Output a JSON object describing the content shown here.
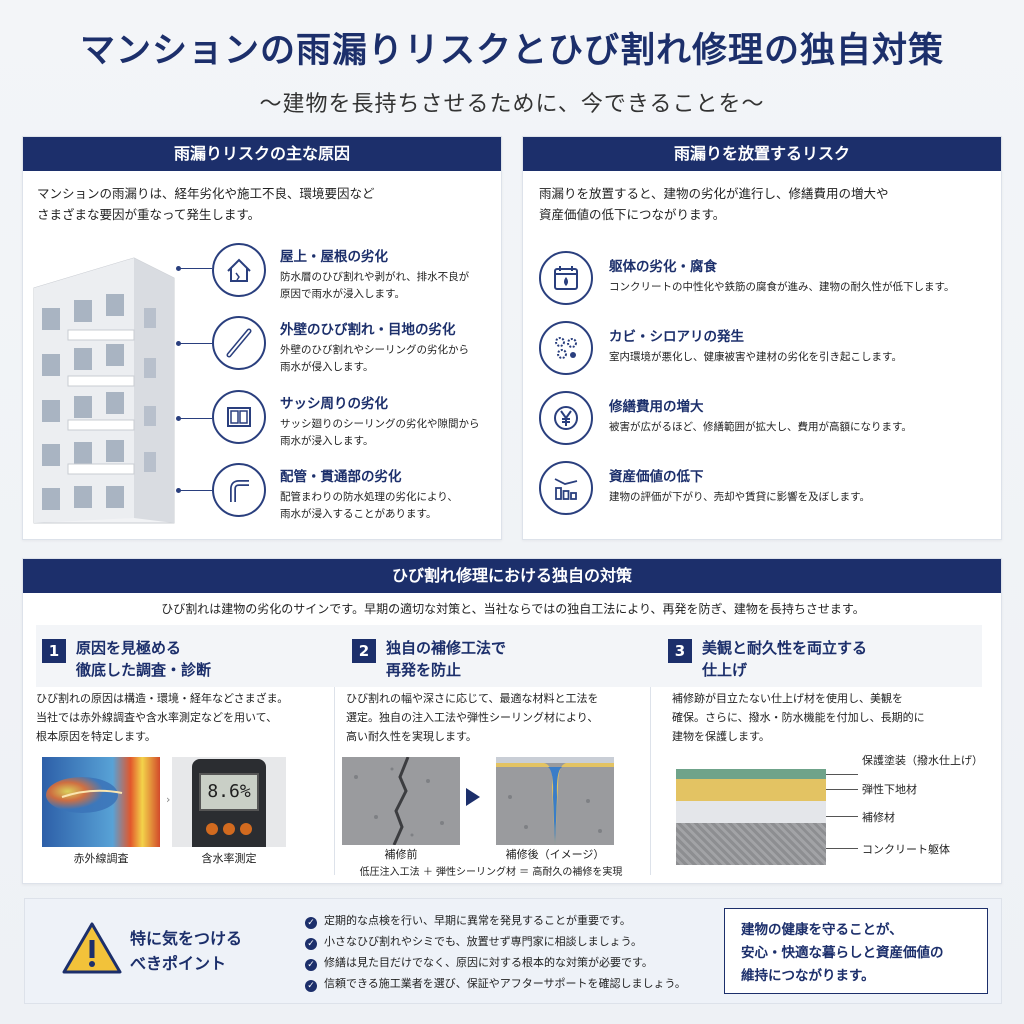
{
  "title": "マンションの雨漏りリスクとひび割れ修理の独自対策",
  "subtitle": "〜建物を長持ちさせるために、今できることを〜",
  "causes": {
    "heading": "雨漏りリスクの主な原因",
    "lead1": "マンションの雨漏りは、経年劣化や施工不良、環境要因など",
    "lead2": "さまざまな要因が重なって発生します。",
    "items": [
      {
        "title": "屋上・屋根の劣化",
        "desc1": "防水層のひび割れや剥がれ、排水不良が",
        "desc2": "原因で雨水が浸入します。",
        "icon": "roof-icon"
      },
      {
        "title": "外壁のひび割れ・目地の劣化",
        "desc1": "外壁のひび割れやシーリングの劣化から",
        "desc2": "雨水が侵入します。",
        "icon": "wall-crack-icon"
      },
      {
        "title": "サッシ周りの劣化",
        "desc1": "サッシ廻りのシーリングの劣化や隙間から",
        "desc2": "雨水が浸入します。",
        "icon": "window-sash-icon"
      },
      {
        "title": "配管・貫通部の劣化",
        "desc1": "配管まわりの防水処理の劣化により、",
        "desc2": "雨水が浸入することがあります。",
        "icon": "pipe-icon"
      }
    ]
  },
  "risks": {
    "heading": "雨漏りを放置するリスク",
    "lead1": "雨漏りを放置すると、建物の劣化が進行し、修繕費用の増大や",
    "lead2": "資産価値の低下につながります。",
    "items": [
      {
        "title": "躯体の劣化・腐食",
        "desc": "コンクリートの中性化や鉄筋の腐食が進み、建物の耐久性が低下します。",
        "icon": "calendar-drop-icon"
      },
      {
        "title": "カビ・シロアリの発生",
        "desc": "室内環境が悪化し、健康被害や建材の劣化を引き起こします。",
        "icon": "mold-icon"
      },
      {
        "title": "修繕費用の増大",
        "desc": "被害が広がるほど、修繕範囲が拡大し、費用が高額になります。",
        "icon": "yen-icon"
      },
      {
        "title": "資産価値の低下",
        "desc": "建物の評価が下がり、売却や賃貸に影響を及ぼします。",
        "icon": "value-drop-icon"
      }
    ]
  },
  "measures": {
    "heading": "ひび割れ修理における独自の対策",
    "intro": "ひび割れは建物の劣化のサインです。早期の適切な対策と、当社ならではの独自工法により、再発を防ぎ、建物を長持ちさせます。",
    "steps": [
      {
        "num": "1",
        "title1": "原因を見極める",
        "title2": "徹底した調査・診断",
        "body1": "ひび割れの原因は構造・環境・経年などさまざま。",
        "body2": "当社では赤外線調査や含水率測定などを用いて、",
        "body3": "根本原因を特定します。"
      },
      {
        "num": "2",
        "title1": "独自の補修工法で",
        "title2": "再発を防止",
        "body1": "ひび割れの幅や深さに応じて、最適な材料と工法を",
        "body2": "選定。独自の注入工法や弾性シーリング材により、",
        "body3": "高い耐久性を実現します。"
      },
      {
        "num": "3",
        "title1": "美観と耐久性を両立する",
        "title2": "仕上げ",
        "body1": "補修跡が目立たない仕上げ材を使用し、美観を",
        "body2": "確保。さらに、撥水・防水機能を付加し、長期的に",
        "body3": "建物を保護します。"
      }
    ],
    "captions": {
      "infrared": "赤外線調査",
      "moisture": "含水率測定",
      "meter_reading": "8.6%",
      "before": "補修前",
      "after": "補修後（イメージ）",
      "formula": "低圧注入工法 ＋ 弾性シーリング材 ＝ 高耐久の補修を実現"
    },
    "layers": [
      "保護塗装（撥水仕上げ）",
      "弾性下地材",
      "補修材",
      "コンクリート躯体"
    ],
    "colors": {
      "navy": "#1c2f6b",
      "green": "#6fa38a",
      "yellow": "#e3c363"
    }
  },
  "points": {
    "title1": "特に気をつける",
    "title2": "べきポイント",
    "items": [
      "定期的な点検を行い、早期に異常を発見することが重要です。",
      "小さなひび割れやシミでも、放置せず専門家に相談しましょう。",
      "修繕は見た目だけでなく、原因に対する根本的な対策が必要です。",
      "信頼できる施工業者を選び、保証やアフターサポートを確認しましょう。"
    ],
    "message1": "建物の健康を守ることが、",
    "message2": "安心・快適な暮らしと資産価値の",
    "message3": "維持につながります。"
  }
}
